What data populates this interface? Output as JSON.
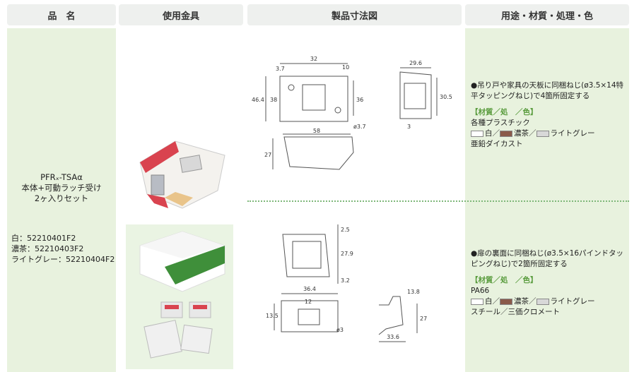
{
  "headers": {
    "product": "品　名",
    "fittings": "使用金具",
    "drawing": "製品寸法図",
    "usage": "用途・材質・処理・色"
  },
  "product": {
    "name_line1": "PFRₓ-TSAα",
    "name_line2": "本体+可動ラッチ受け",
    "name_line3": "2ヶ入りセット",
    "code_white": "白：52210401F2",
    "code_brown": "濃茶：52210403F2",
    "code_gray": "ライトグレー：52210404F2"
  },
  "drawing_top": {
    "d32": "32",
    "d10": "10",
    "d3_7": "3.7",
    "d46_4": "46.4",
    "d38": "38",
    "d36": "36",
    "d58": "58",
    "d27": "27",
    "phi": "ø3.7",
    "d29_6": "29.6",
    "d30_5": "30.5",
    "d3": "3"
  },
  "drawing_bottom": {
    "d2_5": "2.5",
    "d27_9": "27.9",
    "d3_2": "3.2",
    "d36_4": "36.4",
    "d12": "12",
    "d13_5": "13.5",
    "phi3": "ø3",
    "d13_8": "13.8",
    "d27": "27",
    "d33_6": "33.6"
  },
  "usage_top": {
    "desc": "●吊り戸や家具の天板に同梱ねじ(ø3.5×14特平タッピングねじ)で4箇所固定する",
    "mat_head": "【材質／処　／色】",
    "material1": "各種プラスチック",
    "c_white": "白／",
    "c_brown": "濃茶／",
    "c_gray": "ライトグレー",
    "material2": "亜鉛ダイカスト"
  },
  "usage_bottom": {
    "desc": "●扉の裏面に同梱ねじ(ø3.5×16パインドタッピングねじ)で2箇所固定する",
    "mat_head": "【材質／処　／色】",
    "material1": "PA66",
    "c_white": "白／",
    "c_brown": "濃茶／",
    "c_gray": "ライトグレー",
    "material2": "スチール／三価クロメート"
  },
  "colors": {
    "accent": "#5a9c3e",
    "panel": "#e8f2de",
    "brown": "#8a5a4a",
    "gray": "#d8d8d8"
  }
}
